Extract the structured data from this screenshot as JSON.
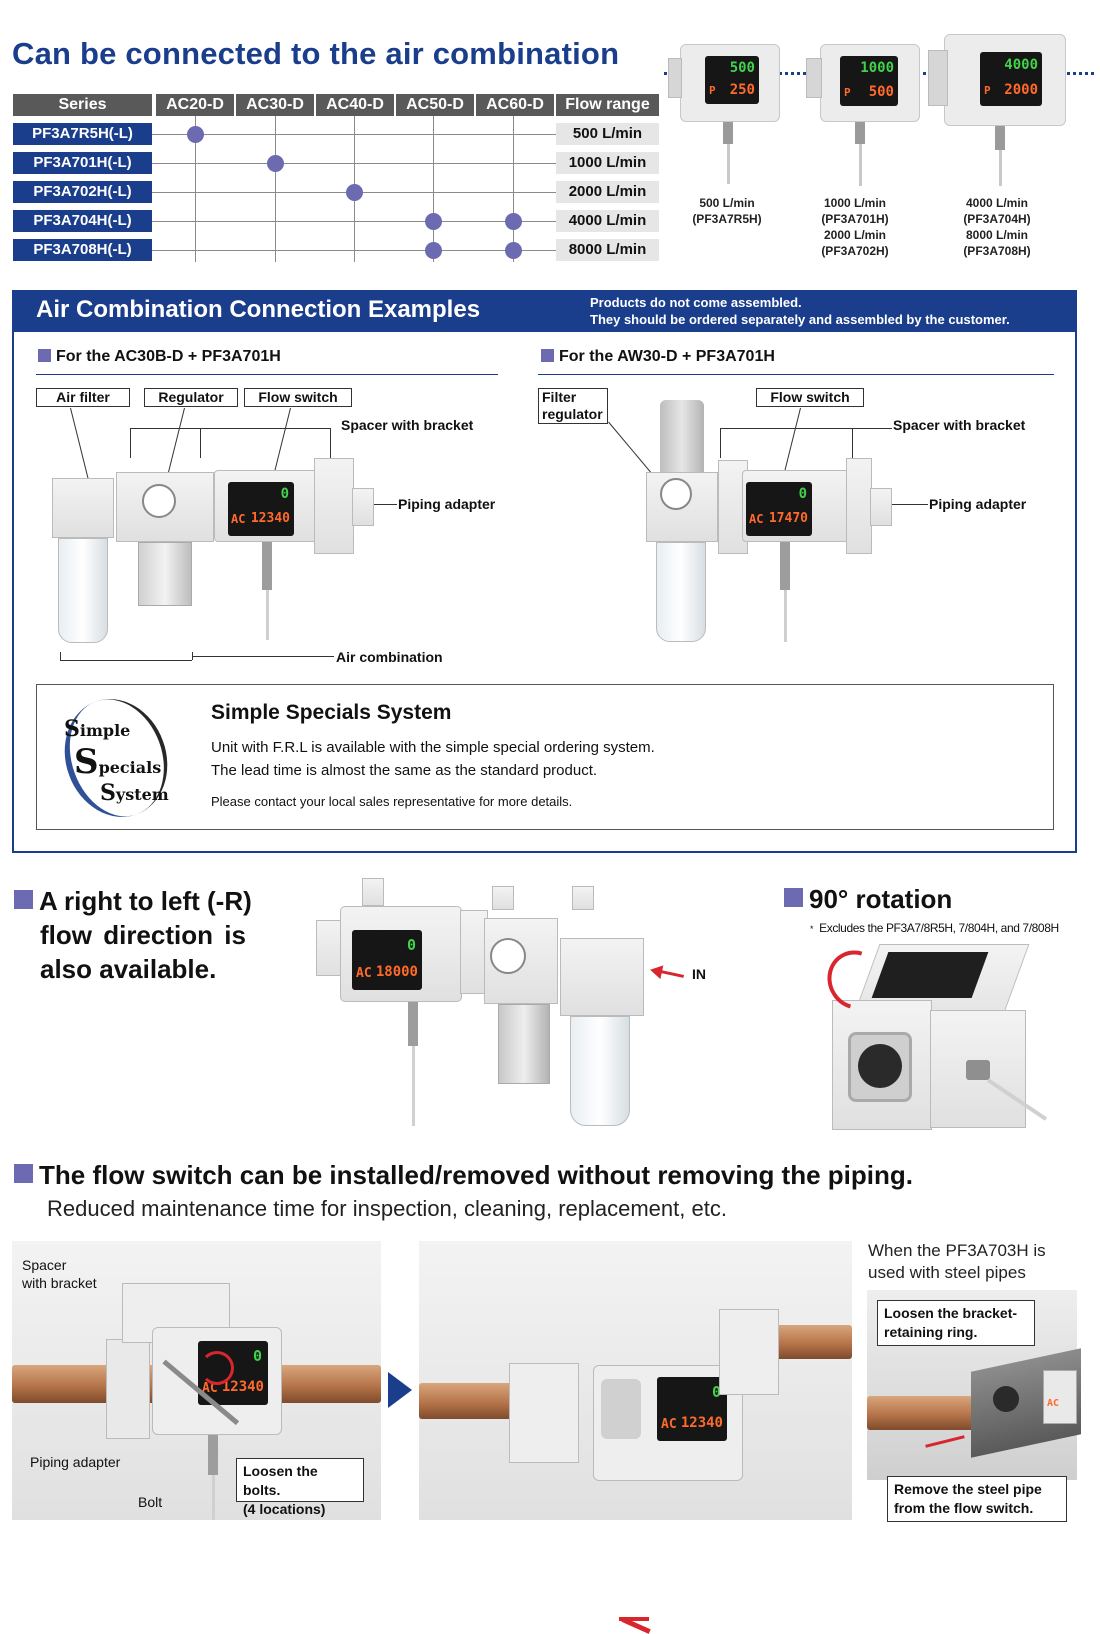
{
  "title": "Can be connected to the air combination",
  "table": {
    "headers": [
      "Series",
      "AC20-D",
      "AC30-D",
      "AC40-D",
      "AC50-D",
      "AC60-D",
      "Flow range"
    ],
    "rows": [
      {
        "model": "PF3A7R5H(-L)",
        "range": "500 L/min",
        "compatible": [
          "AC20-D"
        ]
      },
      {
        "model": "PF3A701H(-L)",
        "range": "1000 L/min",
        "compatible": [
          "AC30-D"
        ]
      },
      {
        "model": "PF3A702H(-L)",
        "range": "2000 L/min",
        "compatible": [
          "AC40-D"
        ]
      },
      {
        "model": "PF3A704H(-L)",
        "range": "4000 L/min",
        "compatible": [
          "AC50-D",
          "AC60-D"
        ]
      },
      {
        "model": "PF3A708H(-L)",
        "range": "8000 L/min",
        "compatible": [
          "AC50-D",
          "AC60-D"
        ]
      }
    ]
  },
  "products": [
    {
      "caption_lines": [
        "500 L/min",
        "(PF3A7R5H)"
      ],
      "display_top": "500",
      "display_bottom": "250",
      "display_letter": "P"
    },
    {
      "caption_lines": [
        "1000 L/min",
        "(PF3A701H)",
        "2000 L/min",
        "(PF3A702H)"
      ],
      "display_top": "1000",
      "display_bottom": "500",
      "display_letter": "P"
    },
    {
      "caption_lines": [
        "4000 L/min",
        "(PF3A704H)",
        "8000 L/min",
        "(PF3A708H)"
      ],
      "display_top": "4000",
      "display_bottom": "2000",
      "display_letter": "P"
    }
  ],
  "examples": {
    "title": "Air Combination Connection Examples",
    "note_lines": [
      "Products do not come assembled.",
      "They should be ordered separately and assembled by the customer."
    ],
    "left": {
      "title": "For the AC30B-D + PF3A701H",
      "labels": {
        "air_filter": "Air filter",
        "regulator": "Regulator",
        "flow_switch": "Flow switch",
        "spacer": "Spacer with bracket",
        "piping": "Piping adapter",
        "air_combination": "Air combination"
      },
      "display_value": "12340",
      "display_letter": "AC",
      "display_top": "0"
    },
    "right": {
      "title": "For the AW30-D + PF3A701H",
      "labels": {
        "filter_regulator_1": "Filter",
        "filter_regulator_2": "regulator",
        "flow_switch": "Flow switch",
        "spacer": "Spacer with bracket",
        "piping": "Piping adapter"
      },
      "display_value": "17470",
      "display_letter": "AC",
      "display_top": "0"
    }
  },
  "sss": {
    "logo": {
      "line1": "imple",
      "line2": "pecials",
      "line3": "ystem",
      "l1": "S",
      "l2": "S",
      "l3": "S"
    },
    "title": "Simple Specials System",
    "lines": [
      "Unit with F.R.L is available with the simple special ordering system.",
      "The lead time is almost the same as the standard product."
    ],
    "contact": "Please contact your local sales representative for more details."
  },
  "rl": {
    "lines": [
      "A right to left (-R)",
      "flow direction is",
      "also available."
    ],
    "display_value": "18000",
    "display_letter": "AC",
    "display_top": "0",
    "in_label": "IN"
  },
  "rotation": {
    "title": "90° rotation",
    "note": "Excludes the PF3A7/8R5H, 7/804H, and 7/808H",
    "note_mark": "*"
  },
  "flow": {
    "title": "The flow switch can be installed/removed without removing the piping.",
    "subtitle": "Reduced maintenance time for inspection, cleaning, replacement, etc.",
    "photo1": {
      "spacer_1": "Spacer",
      "spacer_2": "with bracket",
      "piping": "Piping adapter",
      "bolt": "Bolt",
      "loosen_1": "Loosen the bolts.",
      "loosen_2": "(4 locations)",
      "display_value": "12340",
      "display_letter": "AC",
      "display_top": "0"
    },
    "photo2": {
      "display_value": "12340",
      "display_letter": "AC",
      "display_top": "0"
    },
    "steel": {
      "intro_1": "When the PF3A703H is",
      "intro_2": "used with steel pipes",
      "loosen_1": "Loosen the bracket-",
      "loosen_2": "retaining ring.",
      "remove_1": "Remove the steel pipe",
      "remove_2": "from the flow switch.",
      "display_letter": "AC"
    }
  },
  "colors": {
    "brand": "#1a3e8c",
    "accent": "#6c6ab0",
    "header_gray": "#595959",
    "arrow_red": "#d8262e"
  }
}
